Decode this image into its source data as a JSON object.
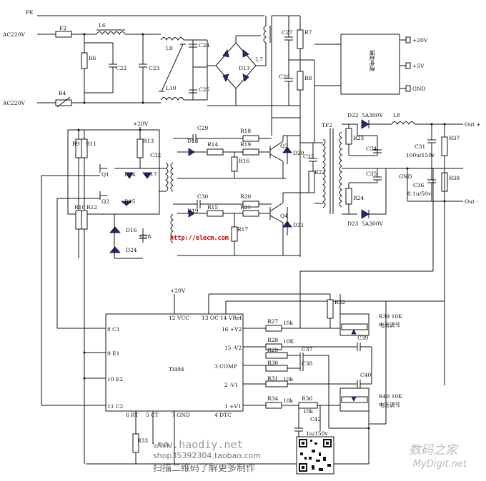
{
  "power_input": {
    "pe": "PE",
    "ac_top": "AC220V",
    "ac_bottom": "AC220V"
  },
  "components": {
    "F2": "F2",
    "L6": "L6",
    "R6": "R6",
    "C22": "C22",
    "C23": "C23",
    "L9": "L9",
    "L10": "L10",
    "R4": "R4",
    "C24": "C24",
    "C25": "C25",
    "D13": "D13",
    "L7": "L7",
    "C27": "C27",
    "C26": "C26",
    "R7": "R7",
    "R8": "R8",
    "R9": "R9",
    "R11": "R11",
    "R13": "R13",
    "Q1": "Q1",
    "D14": "D14",
    "D17": "D17",
    "Q2": "Q2",
    "D15": "D15",
    "R10": "R10",
    "R12": "R12",
    "D16": "D16",
    "C28": "C28",
    "D24": "D24",
    "C32": "C32",
    "C29": "C29",
    "D18": "D18",
    "R14": "R14",
    "R18": "R18",
    "R19": "R19",
    "R16": "R16",
    "Q3": "Q3",
    "D20": "D20",
    "C30": "C30",
    "D19": "D19",
    "R15": "R15",
    "R20": "R20",
    "R21": "R21",
    "R17": "R17",
    "Q4": "Q4",
    "D21": "D21",
    "C33": "C33",
    "R22": "R22",
    "TF2": "TF2",
    "D22": "D22",
    "D22_rating": "5A300V",
    "L8": "L8",
    "R23": "R23",
    "C34": "C34",
    "C35": "C35",
    "R24": "R24",
    "D23": "D23",
    "D23_rating": "5A300V",
    "C31": "C31",
    "C31_value": "100u/150v",
    "C36": "C36",
    "C36_value": "0.1u/50v",
    "R37": "R37",
    "R38": "R38",
    "R32": "R32",
    "R39": "R39 10K",
    "R39_note": "电流调节",
    "C39": "C39",
    "R27": "R27",
    "R28": "R28",
    "R29": "R29",
    "R30": "R30",
    "C37": "C37",
    "C38": "C38",
    "R31": "R31",
    "C40": "C40",
    "R34": "R34",
    "R36": "R36",
    "R40": "R40 10K",
    "R40_note": "电压调节",
    "C42": "C42",
    "C42_value": "1u/150v",
    "R33": "R33",
    "C41": "C41",
    "val_10k": "10k",
    "val_10K": "10K"
  },
  "aux_supply": {
    "label": "辅助电源",
    "v20": "+20V",
    "v5": "+5V",
    "gnd": "GND"
  },
  "rails": {
    "drive_20v": "+20V",
    "ic_20v": "+20V"
  },
  "outputs": {
    "out_plus": "Out +",
    "out_minus": "Out -",
    "gnd": "GND"
  },
  "ic": {
    "name": "Tl494",
    "pins": {
      "vcc": "12 VCC",
      "oc": "13 OC",
      "vref": "14 VRef",
      "p16": "16 +V2",
      "p15": "15 -V2",
      "p3": "3 COMP",
      "p2": "2 -V1",
      "p1": "1 +V1",
      "p6": "6 RT",
      "p5": "5 CT",
      "p7": "7 GND",
      "p4": "4 DTC",
      "p8": "8 C1",
      "p9": "9 E1",
      "p10": "10 E2",
      "p11": "11 C2"
    }
  },
  "watermark": {
    "url": "http://elecm.com",
    "site": "www.haodiy.net",
    "shop": "shop35392304.taobao.com",
    "scan": "扫描二维码了解更多制作",
    "brand_cn": "数码之家",
    "brand_en": "MyDigit.net"
  },
  "colors": {
    "line": "#111111",
    "diode": "#1d2a8a",
    "url": "#cc0000"
  }
}
